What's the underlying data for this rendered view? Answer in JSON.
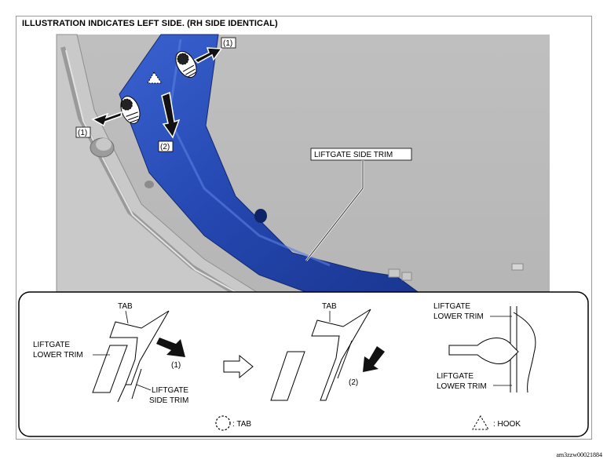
{
  "header": {
    "title": "ILLUSTRATION INDICATES LEFT SIDE. (RH SIDE IDENTICAL)"
  },
  "photo": {
    "callout_step1_top": "(1)",
    "callout_step1_left": "(1)",
    "callout_step2": "(2)",
    "trim_label": "LIFTGATE SIDE TRIM"
  },
  "detail": {
    "panel1": {
      "tab_label": "TAB",
      "lower_trim_line1": "LIFTGATE",
      "lower_trim_line2": "LOWER TRIM",
      "side_trim_line1": "LIFTGATE",
      "side_trim_line2": "SIDE TRIM",
      "step_label": "(1)"
    },
    "panel2": {
      "tab_label": "TAB",
      "step_label": "(2)"
    },
    "panel3": {
      "upper_label_line1": "LIFTGATE",
      "upper_label_line2": "LOWER TRIM",
      "lower_label_line1": "LIFTGATE",
      "lower_label_line2": "LOWER TRIM"
    },
    "legend": {
      "tab_text": ": TAB",
      "hook_text": ": HOOK"
    }
  },
  "footer": {
    "doc_id": "am3zzw00021884"
  },
  "colors": {
    "trim_blue": "#2a4fb8",
    "background_gray": "#b4b4b4"
  }
}
